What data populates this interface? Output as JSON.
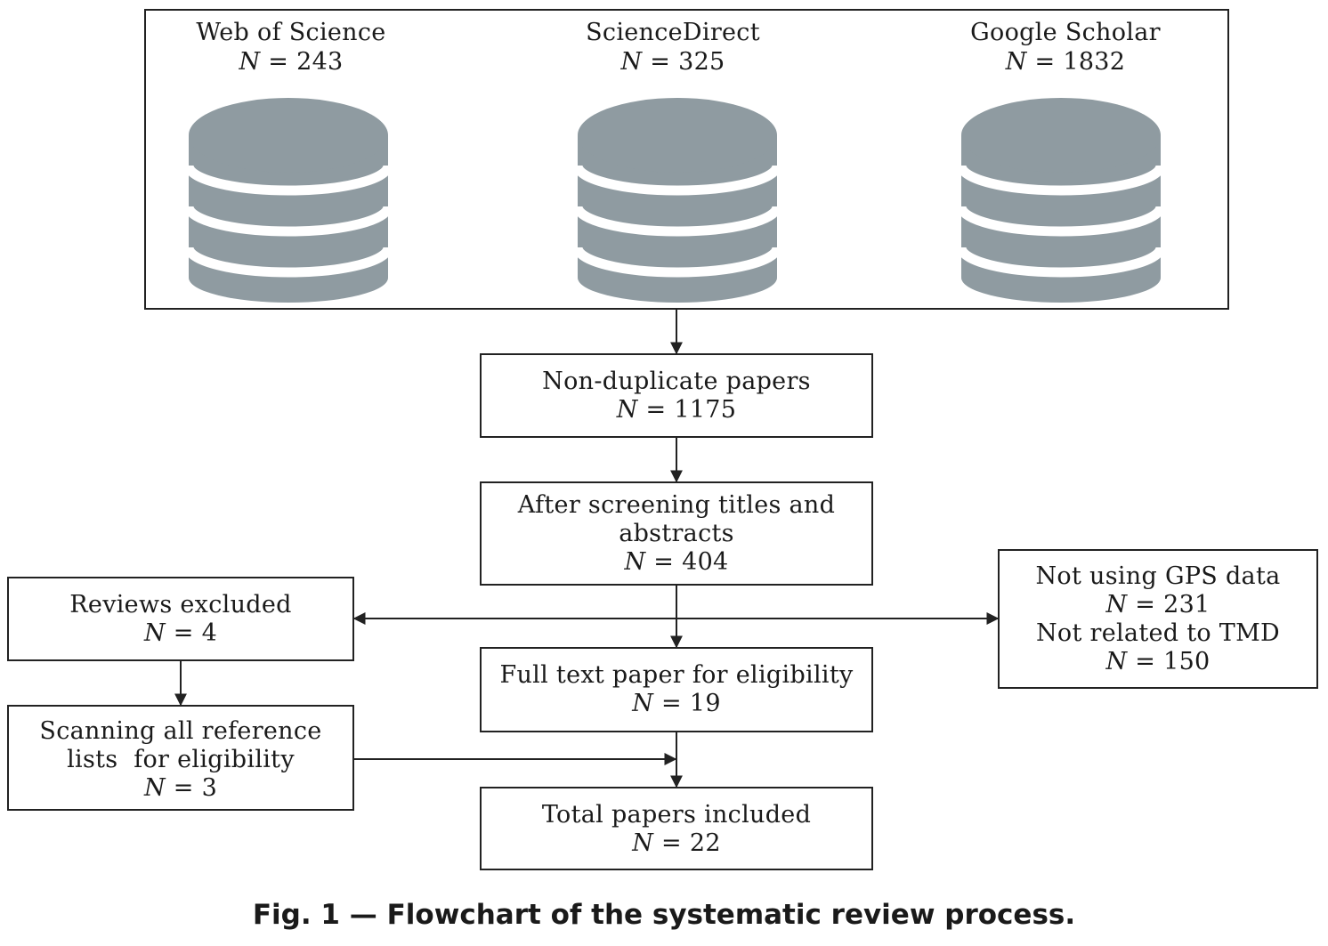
{
  "sources": [
    {
      "name": "Web of Science",
      "n_prefix": "N",
      "n_value": "= 243"
    },
    {
      "name": "ScienceDirect",
      "n_prefix": "N",
      "n_value": "= 325"
    },
    {
      "name": "Google Scholar",
      "n_prefix": "N",
      "n_value": "= 1832"
    }
  ],
  "steps": {
    "nondup": {
      "label": "Non-duplicate papers",
      "n_prefix": "N",
      "n_value": "= 1175"
    },
    "screening": {
      "label1": "After screening titles and",
      "label2": "abstracts",
      "n_prefix": "N",
      "n_value": "= 404"
    },
    "fulltext": {
      "label": "Full text paper for eligibility",
      "n_prefix": "N",
      "n_value": "= 19"
    },
    "total": {
      "label": "Total papers included",
      "n_prefix": "N",
      "n_value": "= 22"
    }
  },
  "side": {
    "reviews": {
      "label": "Reviews excluded",
      "n_prefix": "N",
      "n_value": "= 4"
    },
    "scanning": {
      "label1": "Scanning all reference",
      "label2": "lists  for eligibility",
      "n_prefix": "N",
      "n_value": "= 3"
    },
    "excluded": {
      "label1": "Not using GPS data",
      "n1_prefix": "N",
      "n1_value": "= 231",
      "label2": "Not related to TMD",
      "n2_prefix": "N",
      "n2_value": "= 150"
    }
  },
  "caption": "Fig. 1 — Flowchart of the systematic review process.",
  "colors": {
    "database": "#8f9ba1",
    "stroke": "#222222"
  }
}
